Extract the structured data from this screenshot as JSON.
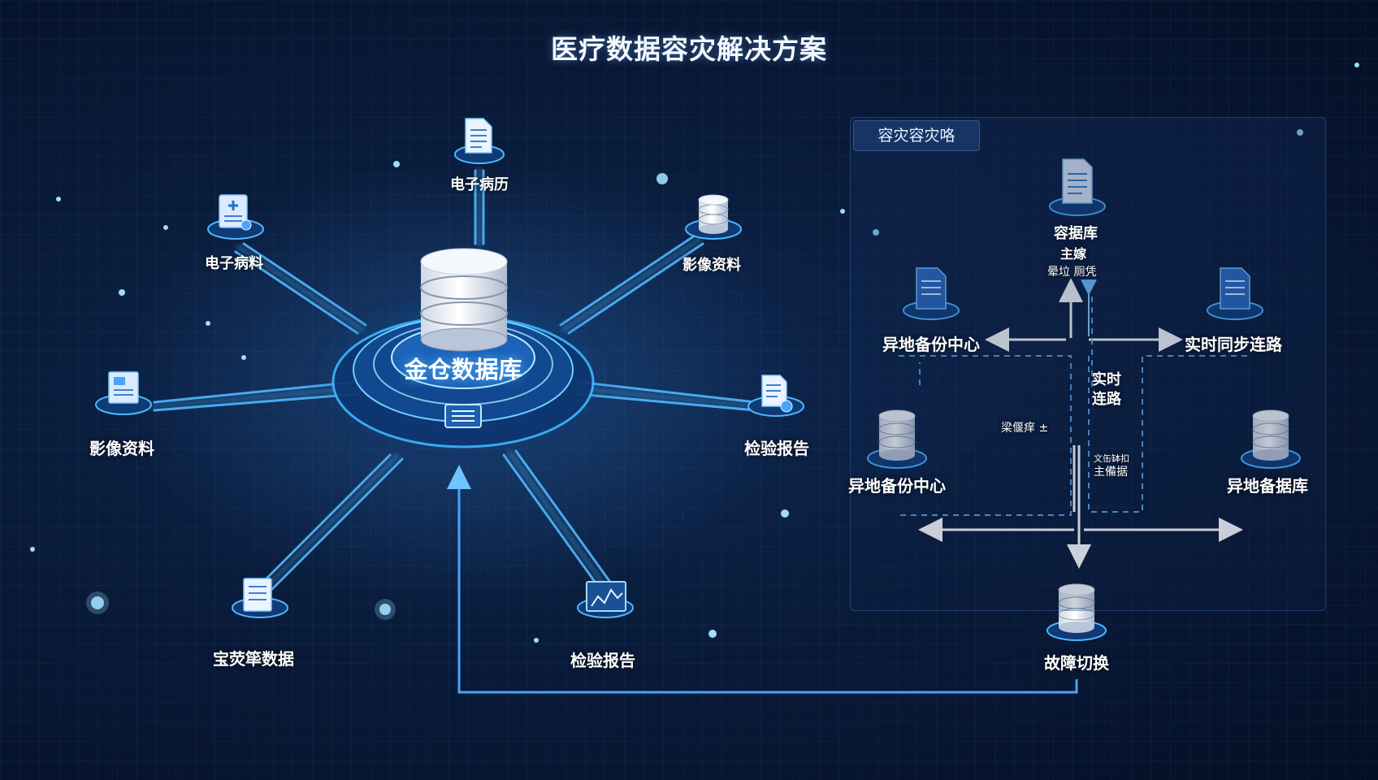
{
  "title": "医疗数据容灾解决方案",
  "hub": {
    "label": "金仓数据库"
  },
  "left_nodes": [
    {
      "id": "emr",
      "label": "电子病历",
      "icon": "document-icon"
    },
    {
      "id": "tl",
      "label": "电子病料",
      "icon": "medical-record-icon"
    },
    {
      "id": "tr",
      "label": "影像资料",
      "icon": "database-icon"
    },
    {
      "id": "ml",
      "label": "影像资料",
      "icon": "image-report-icon"
    },
    {
      "id": "mr",
      "label": "检验报告",
      "icon": "lab-report-icon"
    },
    {
      "id": "bl",
      "label": "宝荧筚数据",
      "icon": "files-icon"
    },
    {
      "id": "bm",
      "label": "检验报告",
      "icon": "chart-icon"
    }
  ],
  "panel": {
    "tab": "容灾容灾咯",
    "top_node": {
      "line1": "容据库",
      "line2": "主嫁",
      "line3": "晕垃  厕凭"
    },
    "left_doc": "异地备份中心",
    "right_doc": "实时同步连路",
    "center_text": "实时\n连路",
    "small_left": "梁偃痒 ±",
    "small_right_1": "文缶缽扣",
    "small_right_2": "主備据",
    "left_db": "异地备份中心",
    "right_db": "异地备据库",
    "bottom_db": "故障切换"
  },
  "colors": {
    "accent": "#3fb6ff",
    "glow": "#63d4ff",
    "line": "#4aa3ff",
    "arrow": "#ffffff",
    "background": "#071530"
  }
}
